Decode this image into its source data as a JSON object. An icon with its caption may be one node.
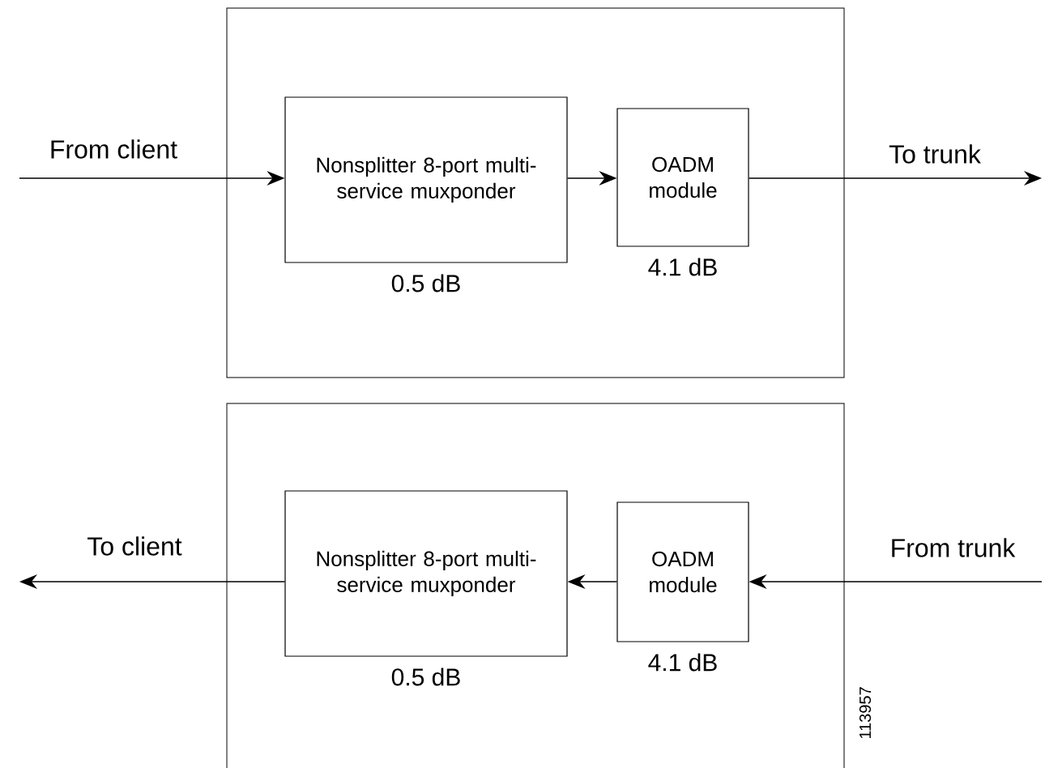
{
  "diagram": {
    "nodes": [
      {
        "text": [],
        "shape": "box"
      },
      {
        "text": [
          "Nonsplitter 8-port multi-service muxponder"
        ],
        "in": 0,
        "beside": [
          "0.5 dB"
        ]
      },
      {
        "text": [
          "OADM module"
        ],
        "in": 0,
        "beside": [
          "4.1 dB"
        ]
      },
      {
        "text": [],
        "shape": "box"
      },
      {
        "text": [
          "Nonsplitter 8-port multi-service muxponder"
        ],
        "in": 3,
        "beside": [
          "0.5 dB"
        ]
      },
      {
        "text": [
          "OADM module"
        ],
        "in": 3,
        "beside": [
          "4.1 dB"
        ]
      }
    ],
    "edges": [
      {
        "from": null,
        "to": 1,
        "arrow": "to",
        "label": "From client"
      },
      {
        "from": 1,
        "to": 2,
        "arrow": "to"
      },
      {
        "from": 2,
        "to": null,
        "arrow": "to",
        "label": "To trunk"
      },
      {
        "from": null,
        "to": 5,
        "arrow": "to",
        "label": "From trunk"
      },
      {
        "from": 5,
        "to": 4,
        "arrow": "to"
      },
      {
        "from": 4,
        "to": null,
        "arrow": "to",
        "label": "To client"
      }
    ],
    "labels": [
      "113957"
    ]
  }
}
